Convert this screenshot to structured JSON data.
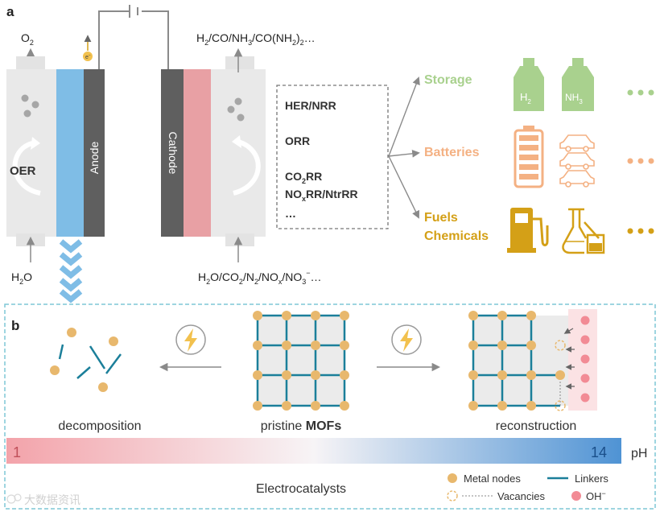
{
  "panel_a": {
    "label": "a",
    "top_left_output": {
      "base": "O",
      "sub": "2"
    },
    "electron": "e",
    "electron_sup": "−",
    "top_right_output": [
      "H",
      "2",
      "/CO/NH",
      "3",
      "/CO(NH",
      "2",
      ")",
      "2",
      "…"
    ],
    "oer_label": "OER",
    "anode_label": "Anode",
    "cathode_label": "Cathode",
    "bottom_left_input": {
      "base": "H",
      "sub": "2",
      "tail": "O"
    },
    "bottom_right_input": [
      "H",
      "2",
      "O/CO",
      "2",
      "/N",
      "2",
      "/NO",
      "x",
      "/NO",
      "3",
      "−",
      "…"
    ],
    "reactions": {
      "line1": "HER/NRR",
      "line2": "ORR",
      "line3": [
        "CO",
        "2",
        "RR"
      ],
      "line4": [
        "NO",
        "x",
        "RR/NtrRR"
      ],
      "line5": "…"
    },
    "applications": [
      {
        "label": "Storage",
        "color": "#a9d18e",
        "items": [
          {
            "base": "H",
            "sub": "2"
          },
          {
            "base": "NH",
            "sub": "3"
          }
        ]
      },
      {
        "label": "Batteries",
        "color": "#f4b183",
        "items": []
      },
      {
        "label": "Fuels",
        "label2": "Chemicals",
        "color": "#d4a017",
        "items": []
      }
    ]
  },
  "panel_b": {
    "label": "b",
    "decomposition_label": "decomposition",
    "pristine_label_prefix": "pristine ",
    "pristine_label_bold": "MOFs",
    "reconstruction_label": "reconstruction",
    "ph_scale": {
      "min_label": "1",
      "max_label": "14",
      "unit": "pH"
    },
    "legend": {
      "metal_nodes": "Metal nodes",
      "linkers": "Linkers",
      "vacancies": "Vacancies",
      "oh": "OH"
    },
    "oh_sup": "−",
    "footer": "Electrocatalysts"
  },
  "watermark": "大数据资讯",
  "colors": {
    "node": "#e8b86d",
    "linker": "#1b7f9a",
    "anode_blue": "#7fbde6",
    "electrode_gray": "#5f5f5f",
    "cathode_pink": "#e8a0a4",
    "cell_gray": "#e9e9e9",
    "dashed_frame": "#7fc7d6",
    "ph_low": "#e5767f",
    "ph_high": "#4f93d4"
  }
}
